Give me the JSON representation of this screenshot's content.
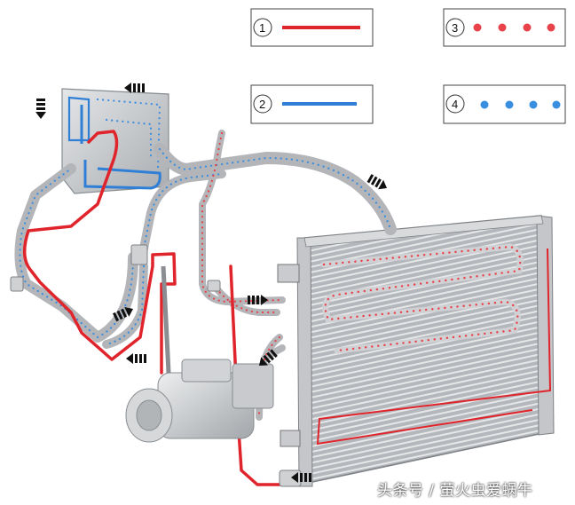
{
  "legend": {
    "items": [
      {
        "number": "1",
        "style": "solid",
        "color": "#e0242b"
      },
      {
        "number": "2",
        "style": "solid",
        "color": "#2f7fd6"
      },
      {
        "number": "3",
        "style": "dotted",
        "color": "#e8434a"
      },
      {
        "number": "4",
        "style": "dotted",
        "color": "#3a8ee0"
      }
    ]
  },
  "colors": {
    "high_pressure_liquid": "#e0242b",
    "low_pressure_liquid": "#2f7fd6",
    "high_pressure_gas_dot": "#e8434a",
    "low_pressure_gas_dot": "#3a8ee0",
    "pipe_gray": "#b7b9bc",
    "component_gray": "#cfd1d3"
  },
  "components": [
    {
      "name": "evaporator",
      "icon": "evaporator-core-icon"
    },
    {
      "name": "condenser",
      "icon": "condenser-grille-icon"
    },
    {
      "name": "compressor",
      "icon": "compressor-icon"
    },
    {
      "name": "flow-arrows",
      "icon": "dashed-arrow-icon"
    }
  ],
  "watermark": "头条号 / 萤火虫爱蜗牛"
}
